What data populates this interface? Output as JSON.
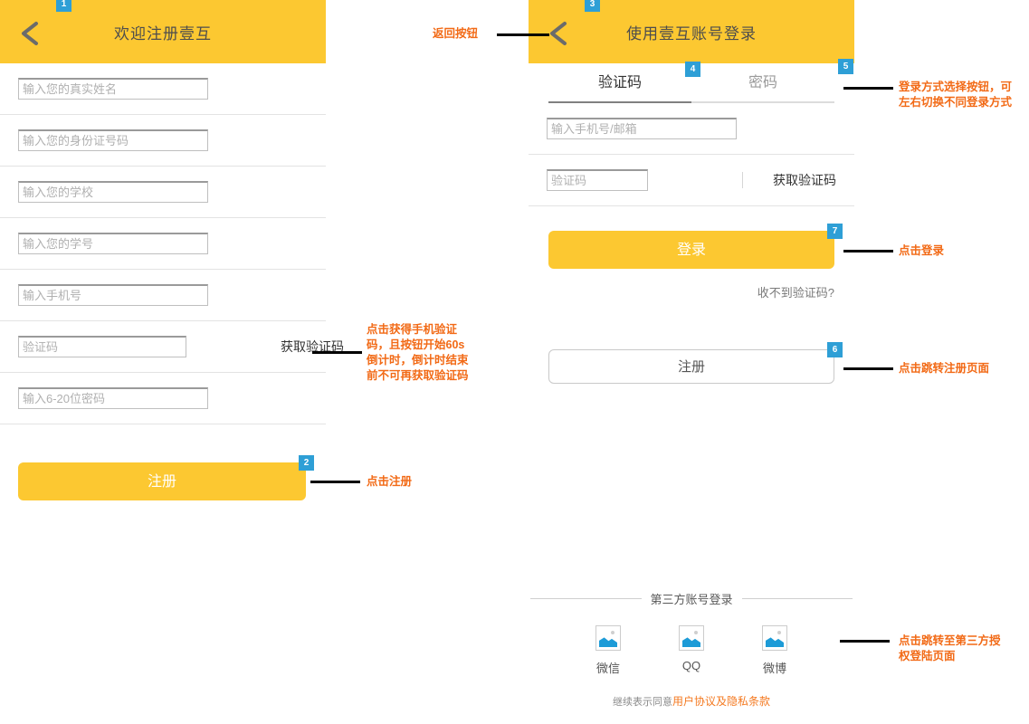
{
  "left_screen": {
    "header": {
      "title": "欢迎注册壹互",
      "back_icon": "chevron-left-icon"
    },
    "fields": [
      {
        "name": "real-name",
        "placeholder": "输入您的真实姓名"
      },
      {
        "name": "id-number",
        "placeholder": "输入您的身份证号码"
      },
      {
        "name": "school",
        "placeholder": "输入您的学校"
      },
      {
        "name": "student-id",
        "placeholder": "输入您的学号"
      },
      {
        "name": "phone",
        "placeholder": "输入手机号"
      }
    ],
    "code_row": {
      "placeholder": "验证码",
      "get_code_label": "获取验证码"
    },
    "password_field": {
      "placeholder": "输入6-20位密码"
    },
    "register_button": "注册"
  },
  "right_screen": {
    "header": {
      "title": "使用壹互账号登录",
      "back_icon": "chevron-left-icon"
    },
    "tabs": [
      {
        "label": "验证码",
        "active": true
      },
      {
        "label": "密码",
        "active": false
      }
    ],
    "account_field": {
      "placeholder": "输入手机号/邮箱"
    },
    "code_row": {
      "placeholder": "验证码",
      "get_code_label": "获取验证码"
    },
    "login_button": "登录",
    "helper_link": "收不到验证码?",
    "register_button": "注册",
    "third_party": {
      "divider_label": "第三方账号登录",
      "items": [
        {
          "label": "微信",
          "icon": "broken-image-icon"
        },
        {
          "label": "QQ",
          "icon": "broken-image-icon"
        },
        {
          "label": "微博",
          "icon": "broken-image-icon"
        }
      ]
    },
    "agreement": {
      "prefix": "继续表示同意",
      "link": "用户协议及隐私条款"
    }
  },
  "annotations": [
    {
      "id": "1",
      "badge": "1",
      "text": ""
    },
    {
      "id": "2",
      "badge": "2",
      "text": "点击注册"
    },
    {
      "id": "3",
      "badge": "3",
      "text": "返回按钮"
    },
    {
      "id": "4",
      "badge": "4",
      "text": ""
    },
    {
      "id": "5",
      "badge": "5",
      "text": "登录方式选择按钮，可\n左右切换不同登录方式"
    },
    {
      "id": "6",
      "badge": "6",
      "text": "点击跳转注册页面"
    },
    {
      "id": "7",
      "badge": "7",
      "text": "点击登录"
    },
    {
      "id": "code",
      "badge": "",
      "text": "点击获得手机验证\n码，且按钮开始60s\n倒计时，倒计时结束\n前不可再获取验证码"
    },
    {
      "id": "thirdparty",
      "badge": "",
      "text": "点击跳转至第三方授\n权登陆页面"
    }
  ],
  "colors": {
    "brand_yellow": "#fcc831",
    "annotation_orange": "#f26a16",
    "badge_blue": "#2e9fd6",
    "icon_blue": "#1d9bd7"
  }
}
